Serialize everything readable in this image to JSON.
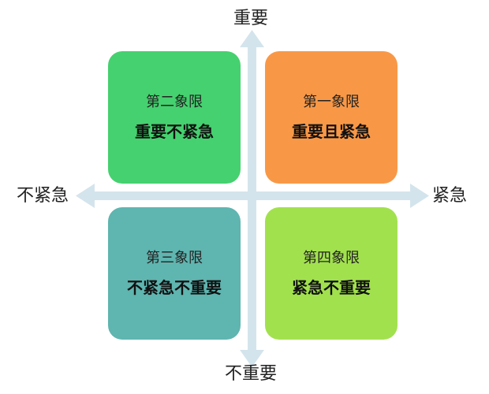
{
  "axes": {
    "top": "重要",
    "bottom": "不重要",
    "left": "不紧急",
    "right": "紧急"
  },
  "quadrants": [
    {
      "name": "第二象限",
      "desc": "重要不紧急",
      "color": "#45d16f"
    },
    {
      "name": "第一象限",
      "desc": "重要且紧急",
      "color": "#f89847"
    },
    {
      "name": "第三象限",
      "desc": "不紧急不重要",
      "color": "#5fb5b0"
    },
    {
      "name": "第四象限",
      "desc": "紧急不重要",
      "color": "#a2e14e"
    }
  ],
  "colors": {
    "axis": "#d4e4ec"
  }
}
